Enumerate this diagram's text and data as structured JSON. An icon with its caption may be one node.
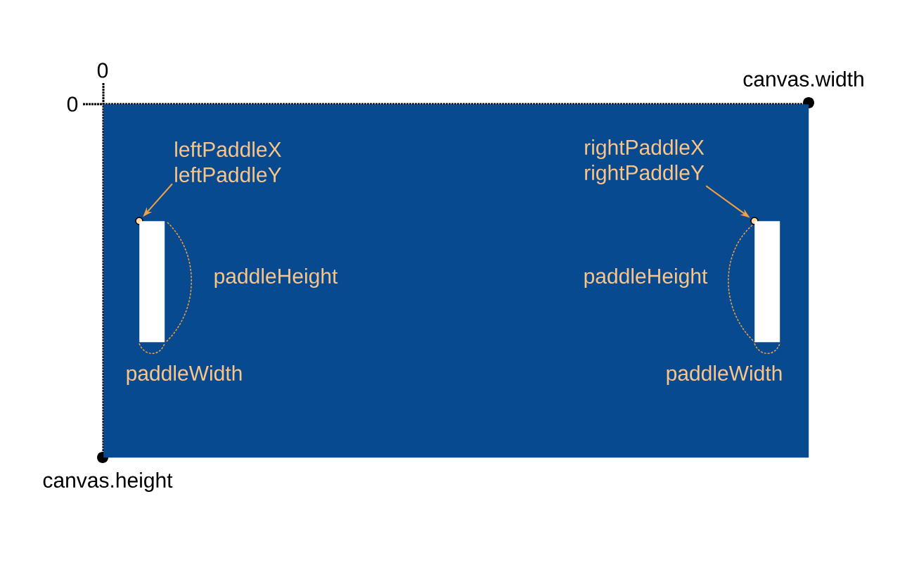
{
  "diagram": {
    "nodes": [
      {
        "text": [],
        "shape": "box"
      },
      {
        "text": [
          "leftPaddleX",
          "leftPaddleY"
        ],
        "in": 0
      },
      {
        "text": [],
        "shape": "circle",
        "in": 0
      },
      {
        "text": [],
        "shape": "box",
        "in": 0
      },
      {
        "text": [
          "rightPaddleX",
          "rightPaddleY"
        ],
        "in": 0
      },
      {
        "text": [],
        "shape": "circle",
        "in": 0
      },
      {
        "text": [],
        "shape": "box",
        "in": 0
      }
    ],
    "edges": [
      {
        "from": 1,
        "to": 2,
        "arrow": "to"
      },
      {
        "from": 4,
        "to": 5,
        "arrow": "to"
      }
    ],
    "labels": [
      "0",
      "0",
      "canvas.width",
      "canvas.height",
      "paddleHeight",
      "paddleWidth",
      "paddleHeight",
      "paddleWidth"
    ]
  }
}
